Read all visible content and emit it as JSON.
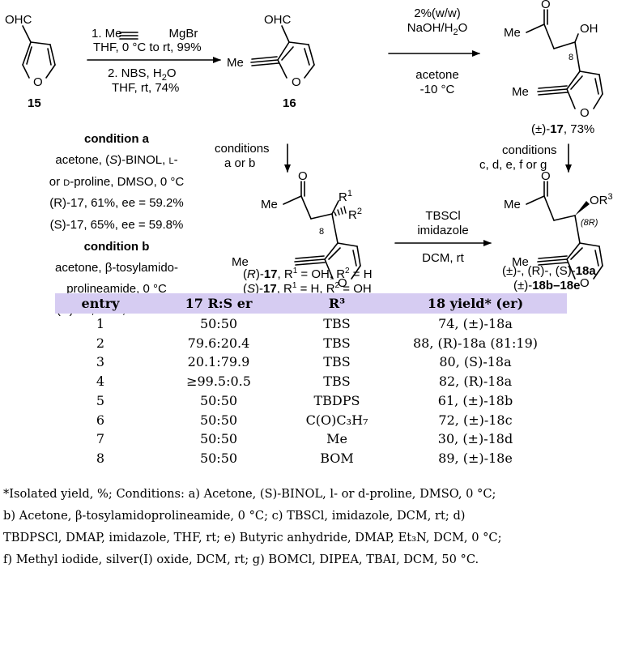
{
  "compounds": {
    "c15": {
      "label": "15",
      "aldehyde": "OHC",
      "ring_o": "O"
    },
    "c16": {
      "label": "16",
      "aldehyde": "OHC",
      "me": "Me",
      "ring_o": "O"
    },
    "c17rac": {
      "label_prefix": "(±)-",
      "label_num": "17",
      "yield": ", 73%",
      "me_top": "Me",
      "ketone_o": "O",
      "oh": "OH",
      "c8": "8",
      "me": "Me",
      "ring_o": "O"
    },
    "c17": {
      "me_top": "Me",
      "ketone_o": "O",
      "r1": "R",
      "r1_sup": "1",
      "r2": "R",
      "r2_sup": "2",
      "c8": "8",
      "me": "Me",
      "ring_o": "O",
      "line1_a": "(",
      "line1_b": "R",
      "line1_c": ")-",
      "line1_num": "17",
      "line1_d": ", R",
      "line1_sup1": "1",
      "line1_e": " = OH, R",
      "line1_sup2": "2",
      "line1_f": " = H",
      "line2_a": "(",
      "line2_b": "S",
      "line2_c": ")-",
      "line2_num": "17",
      "line2_d": ", R",
      "line2_sup1": "1",
      "line2_e": " = H, R",
      "line2_sup2": "2",
      "line2_f": " = OH"
    },
    "c18": {
      "me_top": "Me",
      "ketone_o": "O",
      "or3": "OR",
      "or3_sup": "3",
      "c8r": "(8R)",
      "me": "Me",
      "ring_o": "O",
      "line1": "(±)-, (R)-, (S)-",
      "line1_num": "18a",
      "line2_a": "(±)-",
      "line2_num": "18b–18e"
    }
  },
  "arrows": {
    "a1": {
      "step1_prefix": "1. Me",
      "step1_suffix": "MgBr",
      "step1_line2": "THF, 0 °C to rt, 99%",
      "step2_line1": "2. NBS, H",
      "step2_sub": "2",
      "step2_tail": "O",
      "step2_line2": "THF, rt, 74%"
    },
    "a2": {
      "line1": "2%(w/w)",
      "line2_a": "NaOH/H",
      "line2_sub": "2",
      "line2_b": "O",
      "line3": "acetone",
      "line4": "-10 °C"
    },
    "a3": {
      "line1": "conditions",
      "line2": "a or b"
    },
    "a4": {
      "line1": "conditions",
      "line2": "c, d, e, f or g"
    },
    "a5": {
      "line1": "TBSCl",
      "line2": "imidazole",
      "line3": "DCM, rt"
    }
  },
  "conditions_panel": {
    "a_title": "condition a",
    "a_line1_a": "acetone, (",
    "a_line1_b": "S",
    "a_line1_c": ")-BINOL, ",
    "a_line1_d": "l",
    "a_line1_e": "-",
    "a_line2_a": "or ",
    "a_line2_b": "d",
    "a_line2_c": "-proline, DMSO, 0 °C",
    "a_line3": "(R)-17, 61%, ee = 59.2%",
    "a_line4": "(S)-17, 65%, ee = 59.8%",
    "b_title": "condition b",
    "b_line1": "acetone, β-tosylamido-",
    "b_line2": "prolineamide, 0 °C",
    "b_line3": "(R)-17, 40%, ee ≥99%"
  },
  "table": {
    "headers": [
      "entry",
      "17 R:S er",
      "R³",
      "18 yield* (er)"
    ],
    "rows": [
      [
        "1",
        "50:50",
        "TBS",
        "74, (±)-18a"
      ],
      [
        "2",
        "79.6:20.4",
        "TBS",
        "88, (R)-18a (81:19)"
      ],
      [
        "3",
        "20.1:79.9",
        "TBS",
        "80, (S)-18a"
      ],
      [
        "4",
        "≥99.5:0.5",
        "TBS",
        "82, (R)-18a"
      ],
      [
        "5",
        "50:50",
        "TBDPS",
        "61, (±)-18b"
      ],
      [
        "6",
        "50:50",
        "C(O)C₃H₇",
        "72, (±)-18c"
      ],
      [
        "7",
        "50:50",
        "Me",
        "30, (±)-18d"
      ],
      [
        "8",
        "50:50",
        "BOM",
        "89, (±)-18e"
      ]
    ]
  },
  "footnote": [
    "*Isolated yield, %; Conditions: a) Acetone, (S)-BINOL, l- or d-proline, DMSO, 0 °C;",
    "b) Acetone, β-tosylamidoprolineamide, 0 °C; c) TBSCl, imidazole, DCM, rt; d)",
    "TBDPSCl, DMAP, imidazole, THF, rt; e) Butyric anhydride, DMAP, Et₃N, DCM, 0 °C;",
    "f) Methyl iodide, silver(I) oxide, DCM, rt; g) BOMCl, DIPEA, TBAI, DCM, 50 °C."
  ]
}
